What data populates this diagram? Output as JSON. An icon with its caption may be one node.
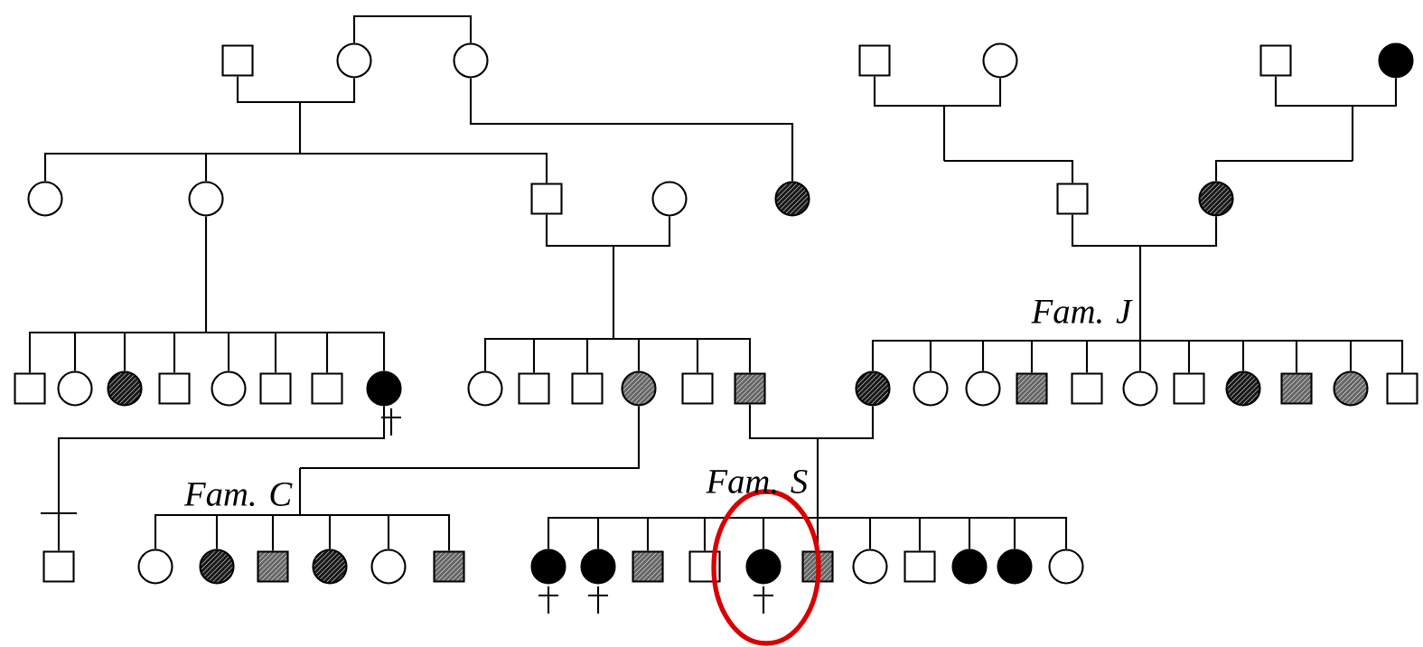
{
  "diagram": {
    "nodes": [
      {
        "text": [],
        "shape": "box"
      },
      {
        "text": [],
        "shape": "circle"
      },
      {
        "text": [],
        "shape": "circle"
      },
      {
        "text": [],
        "shape": "box"
      },
      {
        "text": [],
        "shape": "circle"
      },
      {
        "text": [],
        "shape": "box"
      },
      {
        "text": [],
        "shape": "circle"
      },
      {
        "text": [],
        "shape": "circle"
      },
      {
        "text": [],
        "shape": "circle"
      },
      {
        "text": [],
        "shape": "box"
      },
      {
        "text": [],
        "shape": "circle"
      },
      {
        "text": [],
        "shape": "circle"
      },
      {
        "text": [],
        "shape": "box"
      },
      {
        "text": [],
        "shape": "circle"
      },
      {
        "text": [],
        "shape": "box"
      },
      {
        "text": [],
        "shape": "circle"
      },
      {
        "text": [],
        "shape": "circle"
      },
      {
        "text": [],
        "shape": "box"
      },
      {
        "text": [],
        "shape": "circle"
      },
      {
        "text": [],
        "shape": "box"
      },
      {
        "text": [],
        "shape": "box"
      },
      {
        "text": [],
        "shape": "circle"
      },
      {
        "text": [],
        "shape": "circle"
      },
      {
        "text": [],
        "shape": "box"
      },
      {
        "text": [],
        "shape": "box"
      },
      {
        "text": [],
        "shape": "circle"
      },
      {
        "text": [],
        "shape": "box"
      },
      {
        "text": [],
        "shape": "box"
      },
      {
        "text": [],
        "shape": "circle"
      },
      {
        "text": [],
        "shape": "circle"
      },
      {
        "text": [],
        "shape": "circle"
      },
      {
        "text": [],
        "shape": "box"
      },
      {
        "text": [],
        "shape": "box"
      },
      {
        "text": [],
        "shape": "circle"
      },
      {
        "text": [],
        "shape": "box"
      },
      {
        "text": [],
        "shape": "circle"
      },
      {
        "text": [],
        "shape": "box"
      },
      {
        "text": [],
        "shape": "circle"
      },
      {
        "text": [],
        "shape": "box"
      },
      {
        "text": [],
        "shape": "box"
      },
      {
        "text": [],
        "shape": "circle"
      },
      {
        "text": [],
        "shape": "circle"
      },
      {
        "text": [],
        "shape": "box"
      },
      {
        "text": [],
        "shape": "circle"
      },
      {
        "text": [],
        "shape": "circle"
      },
      {
        "text": [],
        "shape": "box"
      },
      {
        "text": [],
        "shape": "circle"
      },
      {
        "text": [],
        "shape": "circle"
      },
      {
        "text": [],
        "shape": "box"
      },
      {
        "text": [],
        "shape": "box"
      },
      {
        "text": [],
        "shape": "circle"
      },
      {
        "text": [],
        "shape": "box"
      },
      {
        "text": [],
        "shape": "circle"
      },
      {
        "text": [],
        "shape": "box"
      },
      {
        "text": [],
        "shape": "circle"
      },
      {
        "text": [],
        "shape": "circle"
      },
      {
        "text": [],
        "shape": "circle"
      }
    ],
    "edges": [
      {
        "from": 1,
        "to": 2,
        "arrow": "none"
      },
      {
        "from": 0,
        "to": 7,
        "arrow": "none"
      },
      {
        "from": 1,
        "to": 7,
        "arrow": "none"
      },
      {
        "from": 0,
        "to": 8,
        "arrow": "none"
      },
      {
        "from": 1,
        "to": 8,
        "arrow": "none"
      },
      {
        "from": 0,
        "to": 9,
        "arrow": "none"
      },
      {
        "from": 1,
        "to": 9,
        "arrow": "none"
      },
      {
        "from": 2,
        "to": 11,
        "arrow": "none"
      },
      {
        "from": 3,
        "to": 12,
        "arrow": "none"
      },
      {
        "from": 4,
        "to": 12,
        "arrow": "none"
      },
      {
        "from": 5,
        "to": 13,
        "arrow": "none"
      },
      {
        "from": 6,
        "to": 13,
        "arrow": "none"
      },
      {
        "from": 8,
        "to": 14,
        "arrow": "none"
      },
      {
        "from": 8,
        "to": 15,
        "arrow": "none"
      },
      {
        "from": 8,
        "to": 16,
        "arrow": "none"
      },
      {
        "from": 8,
        "to": 17,
        "arrow": "none"
      },
      {
        "from": 8,
        "to": 18,
        "arrow": "none"
      },
      {
        "from": 8,
        "to": 19,
        "arrow": "none"
      },
      {
        "from": 8,
        "to": 20,
        "arrow": "none"
      },
      {
        "from": 8,
        "to": 21,
        "arrow": "none"
      },
      {
        "from": 9,
        "to": 22,
        "arrow": "none"
      },
      {
        "from": 10,
        "to": 22,
        "arrow": "none"
      },
      {
        "from": 9,
        "to": 23,
        "arrow": "none"
      },
      {
        "from": 10,
        "to": 23,
        "arrow": "none"
      },
      {
        "from": 9,
        "to": 24,
        "arrow": "none"
      },
      {
        "from": 10,
        "to": 24,
        "arrow": "none"
      },
      {
        "from": 9,
        "to": 25,
        "arrow": "none"
      },
      {
        "from": 10,
        "to": 25,
        "arrow": "none"
      },
      {
        "from": 9,
        "to": 26,
        "arrow": "none"
      },
      {
        "from": 10,
        "to": 26,
        "arrow": "none"
      },
      {
        "from": 9,
        "to": 27,
        "arrow": "none"
      },
      {
        "from": 10,
        "to": 27,
        "arrow": "none"
      },
      {
        "from": 12,
        "to": 28,
        "arrow": "none"
      },
      {
        "from": 13,
        "to": 28,
        "arrow": "none"
      },
      {
        "from": 12,
        "to": 29,
        "arrow": "none"
      },
      {
        "from": 13,
        "to": 29,
        "arrow": "none"
      },
      {
        "from": 12,
        "to": 30,
        "arrow": "none"
      },
      {
        "from": 13,
        "to": 30,
        "arrow": "none"
      },
      {
        "from": 12,
        "to": 31,
        "arrow": "none"
      },
      {
        "from": 13,
        "to": 31,
        "arrow": "none"
      },
      {
        "from": 12,
        "to": 32,
        "arrow": "none"
      },
      {
        "from": 13,
        "to": 32,
        "arrow": "none"
      },
      {
        "from": 12,
        "to": 33,
        "arrow": "none"
      },
      {
        "from": 13,
        "to": 33,
        "arrow": "none"
      },
      {
        "from": 12,
        "to": 34,
        "arrow": "none"
      },
      {
        "from": 13,
        "to": 34,
        "arrow": "none"
      },
      {
        "from": 12,
        "to": 35,
        "arrow": "none"
      },
      {
        "from": 13,
        "to": 35,
        "arrow": "none"
      },
      {
        "from": 12,
        "to": 36,
        "arrow": "none"
      },
      {
        "from": 13,
        "to": 36,
        "arrow": "none"
      },
      {
        "from": 12,
        "to": 37,
        "arrow": "none"
      },
      {
        "from": 13,
        "to": 37,
        "arrow": "none"
      },
      {
        "from": 12,
        "to": 38,
        "arrow": "none"
      },
      {
        "from": 13,
        "to": 38,
        "arrow": "none"
      },
      {
        "from": 21,
        "to": 39,
        "arrow": "none"
      },
      {
        "from": 25,
        "to": 40,
        "arrow": "none"
      },
      {
        "from": 25,
        "to": 41,
        "arrow": "none"
      },
      {
        "from": 25,
        "to": 42,
        "arrow": "none"
      },
      {
        "from": 25,
        "to": 43,
        "arrow": "none"
      },
      {
        "from": 25,
        "to": 44,
        "arrow": "none"
      },
      {
        "from": 25,
        "to": 45,
        "arrow": "none"
      },
      {
        "from": 27,
        "to": 46,
        "arrow": "none"
      },
      {
        "from": 28,
        "to": 46,
        "arrow": "none"
      },
      {
        "from": 27,
        "to": 47,
        "arrow": "none"
      },
      {
        "from": 28,
        "to": 47,
        "arrow": "none"
      },
      {
        "from": 27,
        "to": 48,
        "arrow": "none"
      },
      {
        "from": 28,
        "to": 48,
        "arrow": "none"
      },
      {
        "from": 27,
        "to": 49,
        "arrow": "none"
      },
      {
        "from": 28,
        "to": 49,
        "arrow": "none"
      },
      {
        "from": 27,
        "to": 50,
        "arrow": "none"
      },
      {
        "from": 28,
        "to": 50,
        "arrow": "none"
      },
      {
        "from": 27,
        "to": 51,
        "arrow": "none"
      },
      {
        "from": 28,
        "to": 51,
        "arrow": "none"
      },
      {
        "from": 27,
        "to": 52,
        "arrow": "none"
      },
      {
        "from": 28,
        "to": 52,
        "arrow": "none"
      },
      {
        "from": 27,
        "to": 53,
        "arrow": "none"
      },
      {
        "from": 28,
        "to": 53,
        "arrow": "none"
      },
      {
        "from": 27,
        "to": 54,
        "arrow": "none"
      },
      {
        "from": 28,
        "to": 54,
        "arrow": "none"
      },
      {
        "from": 27,
        "to": 55,
        "arrow": "none"
      },
      {
        "from": 28,
        "to": 55,
        "arrow": "none"
      },
      {
        "from": 27,
        "to": 56,
        "arrow": "none"
      },
      {
        "from": 28,
        "to": 56,
        "arrow": "none"
      }
    ],
    "labels": [
      "Fam. J",
      "Fam. C",
      "Fam. S"
    ]
  }
}
